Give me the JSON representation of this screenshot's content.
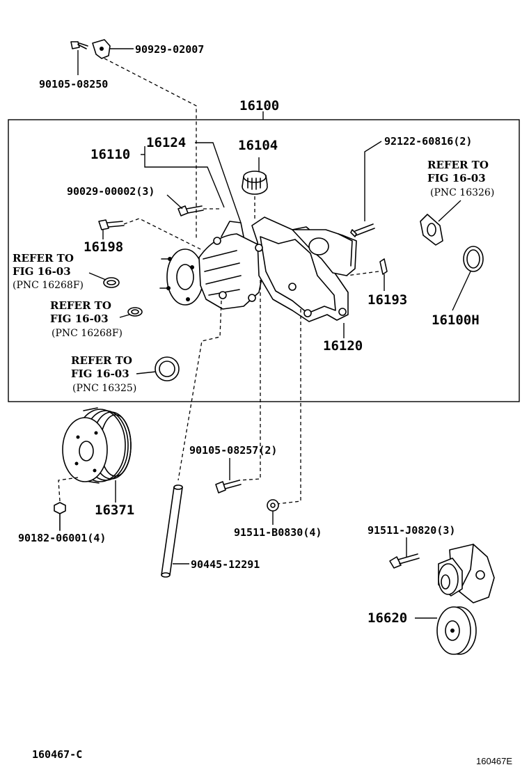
{
  "diagram_id": "160467-C",
  "image_code": "160467E",
  "assembly": {
    "group_label": "16100",
    "accessory_label": "16100H"
  },
  "parts": {
    "p_16110": "16110",
    "p_16124": "16124",
    "p_16104": "16104",
    "p_16198": "16198",
    "p_16193": "16193",
    "p_16120": "16120",
    "p_16371": "16371",
    "p_16620": "16620",
    "p_90929": "90929-02007",
    "p_90105_a": "90105-08250",
    "p_90029": "90029-00002(3)",
    "p_92122": "92122-60816(2)",
    "p_90105_b": "90105-08257(2)",
    "p_90182": "90182-06001(4)",
    "p_91511_b": "91511-B0830(4)",
    "p_91511_j": "91511-J0820(3)",
    "p_90445": "90445-12291"
  },
  "references": [
    {
      "line1": "REFER TO",
      "line2": "FIG 16-03",
      "line3": "(PNC 16326)"
    },
    {
      "line1": "REFER TO",
      "line2": "FIG 16-03",
      "line3": "(PNC 16268F)"
    },
    {
      "line1": "REFER TO",
      "line2": "FIG 16-03",
      "line3": "(PNC 16268F)"
    },
    {
      "line1": "REFER TO",
      "line2": "FIG 16-03",
      "line3": "(PNC 16325)"
    }
  ],
  "icons": {
    "pump": "water-pump-icon",
    "pulley": "pulley-icon",
    "tensioner": "belt-tensioner-icon",
    "bolt": "bolt-icon",
    "gasket": "gasket-icon",
    "oring": "o-ring-icon",
    "pipe": "bypass-pipe-icon",
    "stud": "stud-icon",
    "nut": "nut-icon",
    "bracket": "bracket-icon",
    "cap": "cap-icon"
  }
}
